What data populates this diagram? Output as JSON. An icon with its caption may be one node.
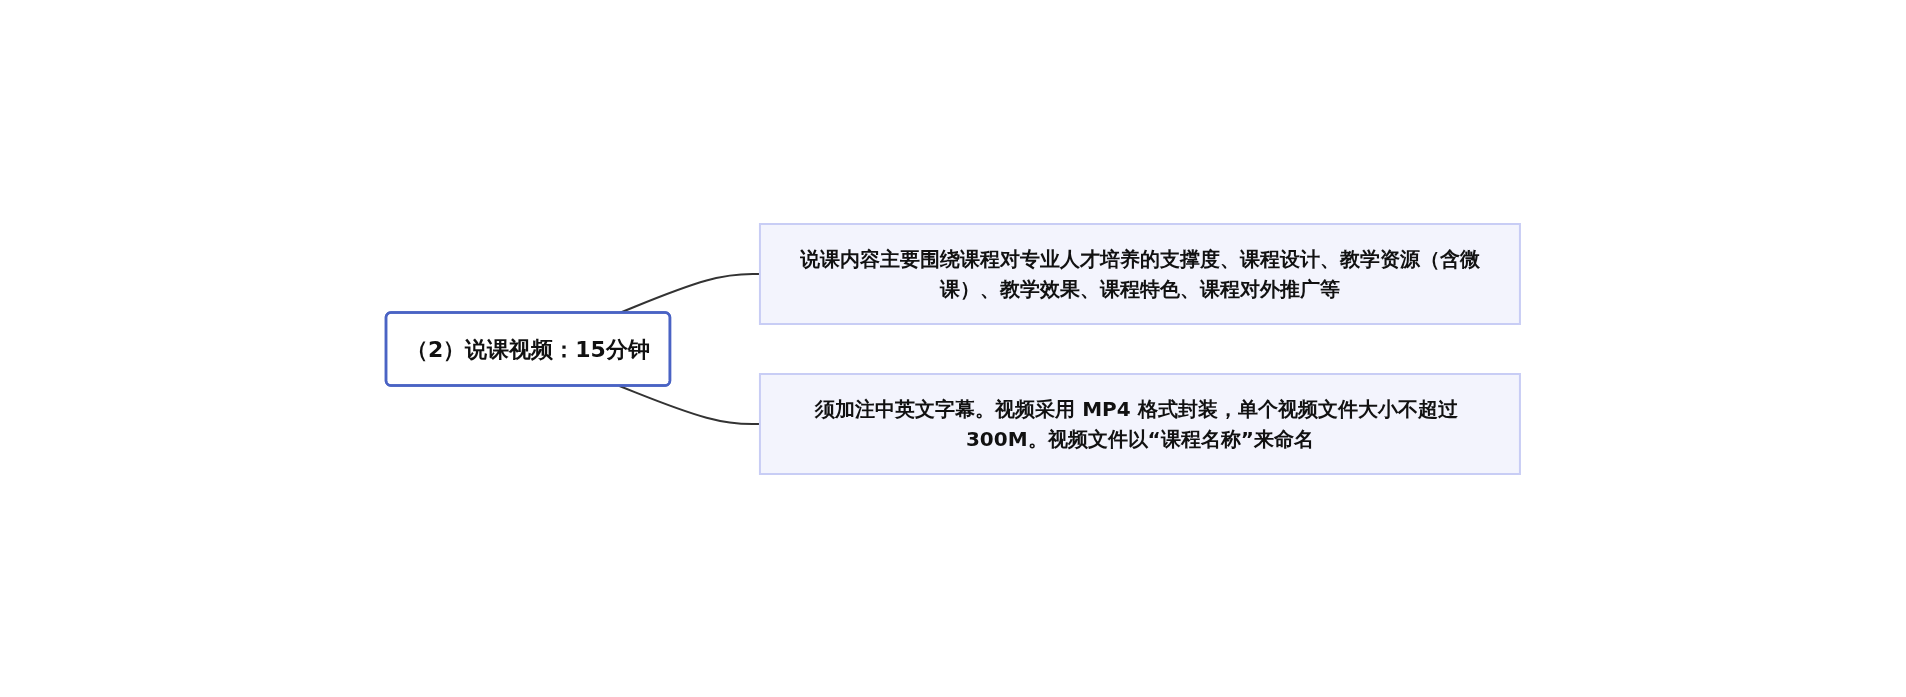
{
  "diagram": {
    "nodes": [
      {
        "text": [
          "（2）说课视频：15分钟"
        ]
      },
      {
        "text": [
          "说课内容主要围绕课程对专业人才培养的支撑度、课程设计、教学资源（含微课）、教学效果、课程特色、课程对外推广等"
        ]
      },
      {
        "text": [
          "须加注中英文字幕。视频采用 MP4 格式封装，单个视频文件大小不超过 300M。视频文件以“课程名称”来命名"
        ]
      }
    ],
    "edges": [
      {
        "from": 0,
        "to": 1,
        "arrow": "none"
      },
      {
        "from": 0,
        "to": 2,
        "arrow": "none"
      }
    ]
  }
}
